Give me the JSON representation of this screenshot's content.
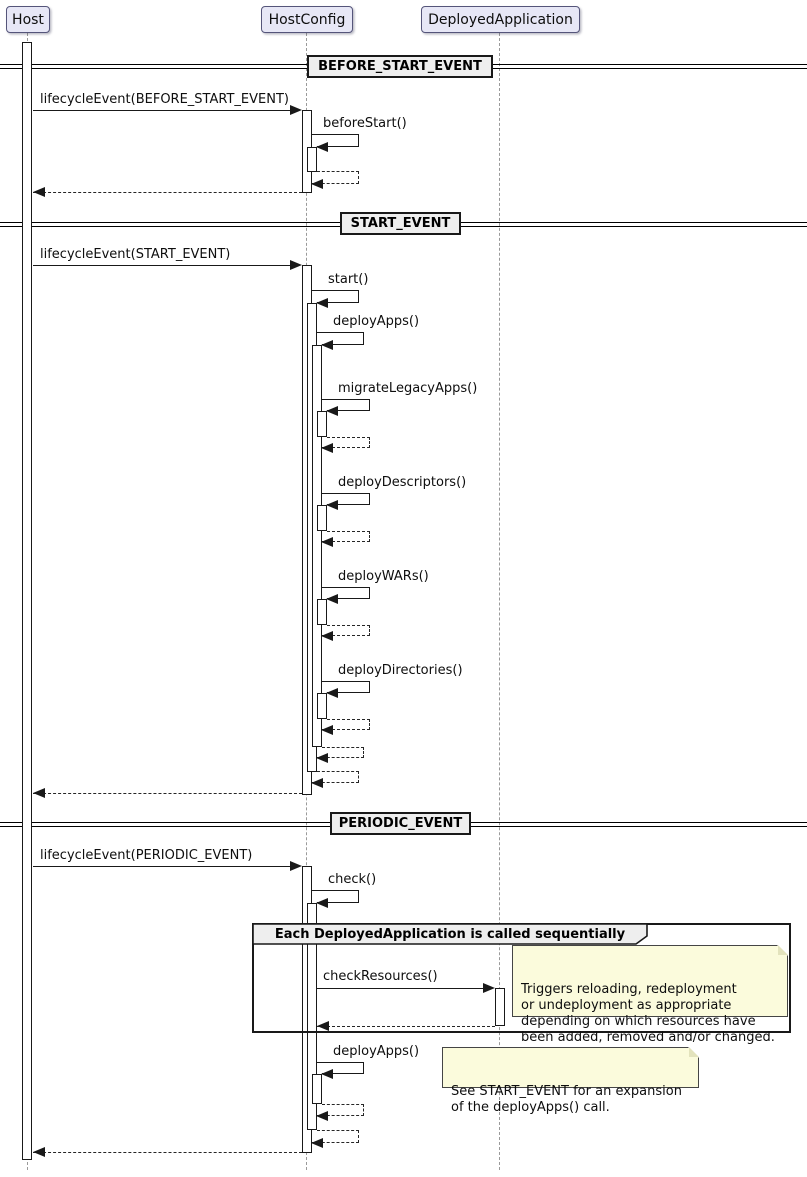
{
  "participants": [
    {
      "label": "Host"
    },
    {
      "label": "HostConfig"
    },
    {
      "label": "DeployedApplication"
    }
  ],
  "dividers": [
    {
      "label": "BEFORE_START_EVENT"
    },
    {
      "label": "START_EVENT"
    },
    {
      "label": "PERIODIC_EVENT"
    }
  ],
  "messages": {
    "before_start_call": "lifecycleEvent(BEFORE_START_EVENT)",
    "before_start_self": "beforeStart()",
    "start_call": "lifecycleEvent(START_EVENT)",
    "start_self": "start()",
    "deploy_apps": "deployApps()",
    "migrate_legacy": "migrateLegacyApps()",
    "deploy_descriptors": "deployDescriptors()",
    "deploy_wars": "deployWARs()",
    "deploy_directories": "deployDirectories()",
    "periodic_call": "lifecycleEvent(PERIODIC_EVENT)",
    "check_self": "check()",
    "check_resources": "checkResources()",
    "deploy_apps_periodic": "deployApps()"
  },
  "group": {
    "label": "Each DeployedApplication is called sequentially"
  },
  "notes": {
    "check_resources_note": "Triggers reloading, redeployment\nor undeployment as appropriate\ndepending on which resources have\nbeen added, removed and/or changed.",
    "deploy_apps_note": "See START_EVENT for an expansion\nof the deployApps() call."
  },
  "colors": {
    "participant_fill": "#E7E7F6",
    "divider_fill": "#EEEEEE",
    "note_fill": "#FBFBDC",
    "frame_header_fill": "#EEEEEE",
    "line": "#191919",
    "lifeline": "#9A9A9A"
  }
}
